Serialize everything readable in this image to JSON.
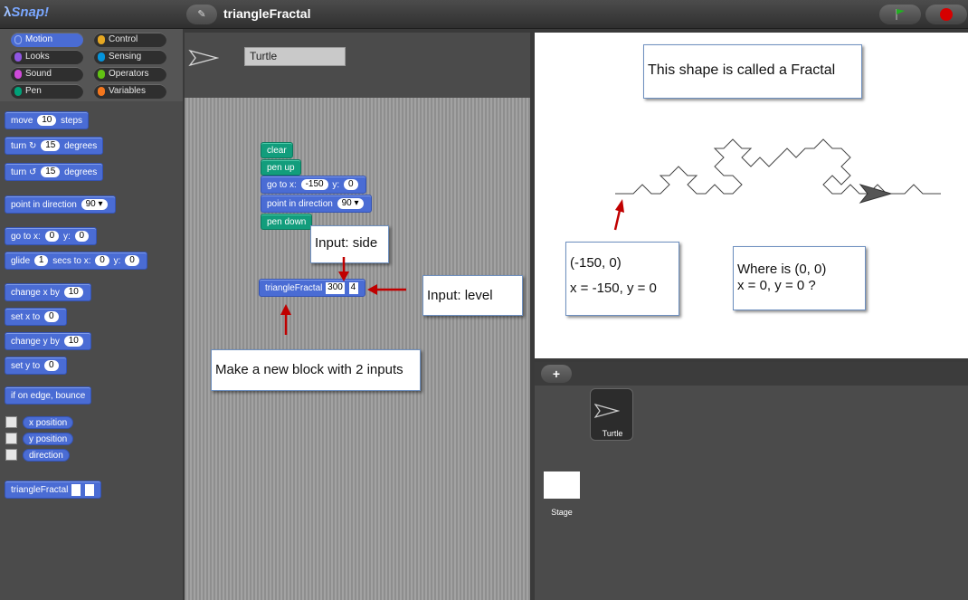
{
  "app": {
    "logo": "Snap!",
    "project_title": "triangleFractal"
  },
  "colors": {
    "motion": "#4a6cd4",
    "pen": "#129d7c",
    "callout_arrow": "#c00000"
  },
  "categories": [
    {
      "label": "Motion",
      "color": "#4a6cd4"
    },
    {
      "label": "Control",
      "color": "#e6a822"
    },
    {
      "label": "Looks",
      "color": "#8f56e3"
    },
    {
      "label": "Sensing",
      "color": "#0494dc"
    },
    {
      "label": "Sound",
      "color": "#cf4ad9"
    },
    {
      "label": "Operators",
      "color": "#62c213"
    },
    {
      "label": "Pen",
      "color": "#00a178"
    },
    {
      "label": "Variables",
      "color": "#f3761d"
    }
  ],
  "palette": {
    "move": {
      "pre": "move",
      "val": "10",
      "post": "steps"
    },
    "turn_cw": {
      "pre": "turn",
      "icon": "↻",
      "val": "15",
      "post": "degrees"
    },
    "turn_ccw": {
      "pre": "turn",
      "icon": "↺",
      "val": "15",
      "post": "degrees"
    },
    "point_dir": {
      "pre": "point in direction",
      "val": "90 ▾"
    },
    "goto": {
      "pre": "go to x:",
      "x": "0",
      "mid": "y:",
      "y": "0"
    },
    "glide": {
      "pre": "glide",
      "val": "1",
      "mid1": "secs to x:",
      "x": "0",
      "mid2": "y:",
      "y": "0"
    },
    "change_x": {
      "pre": "change x by",
      "val": "10"
    },
    "set_x": {
      "pre": "set x to",
      "val": "0"
    },
    "change_y": {
      "pre": "change y by",
      "val": "10"
    },
    "set_y": {
      "pre": "set y to",
      "val": "0"
    },
    "bounce": "if on edge, bounce",
    "x_position": "x position",
    "y_position": "y position",
    "direction": "direction",
    "custom": "triangleFractal"
  },
  "sprite": {
    "name": "Turtle"
  },
  "script": {
    "clear": "clear",
    "pen_up": "pen up",
    "goto": {
      "pre": "go to x:",
      "x": "-150",
      "mid": "y:",
      "y": "0"
    },
    "point_dir": {
      "pre": "point in direction",
      "val": "90 ▾"
    },
    "pen_down": "pen down",
    "call": {
      "name": "triangleFractal",
      "side": "300",
      "level": "4"
    }
  },
  "annotations": {
    "input_side": "Input: side",
    "input_level": "Input: level",
    "new_block": "Make a new block with 2 inputs",
    "fractal_title": "This shape is called a Fractal",
    "start_coord": "(-150, 0)",
    "start_xy": "x = -150, y = 0",
    "origin_q1": "Where is (0, 0)",
    "origin_q2": "x = 0, y = 0 ?"
  },
  "corral": {
    "sprite_label": "Turtle",
    "stage_label": "Stage"
  }
}
